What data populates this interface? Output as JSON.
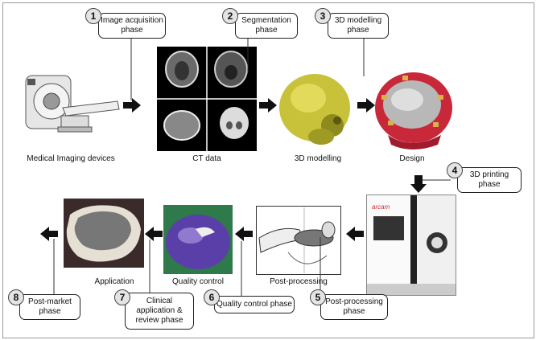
{
  "steps": [
    {
      "number": "1",
      "label": "Image acquisition phase"
    },
    {
      "number": "2",
      "label": "Segmentation phase"
    },
    {
      "number": "3",
      "label": "3D modelling phase"
    },
    {
      "number": "4",
      "label": "3D printing phase"
    },
    {
      "number": "5",
      "label": "Post-processing phase"
    },
    {
      "number": "6",
      "label": "Quality control phase"
    },
    {
      "number": "7",
      "label": "Clinical application & review phase"
    },
    {
      "number": "8",
      "label": "Post-market phase"
    }
  ],
  "captions": {
    "imaging": "Medical Imaging devices",
    "ct": "CT data",
    "modelling": "3D modelling",
    "design": "Design",
    "post_processing": "Post-processing",
    "quality_control": "Quality control",
    "application": "Application"
  },
  "printer_brand": "arcam",
  "colors": {
    "skull_yellow": "#c8c23a",
    "implant_red": "#c8283a",
    "qc_purple": "#5b3fa8"
  }
}
